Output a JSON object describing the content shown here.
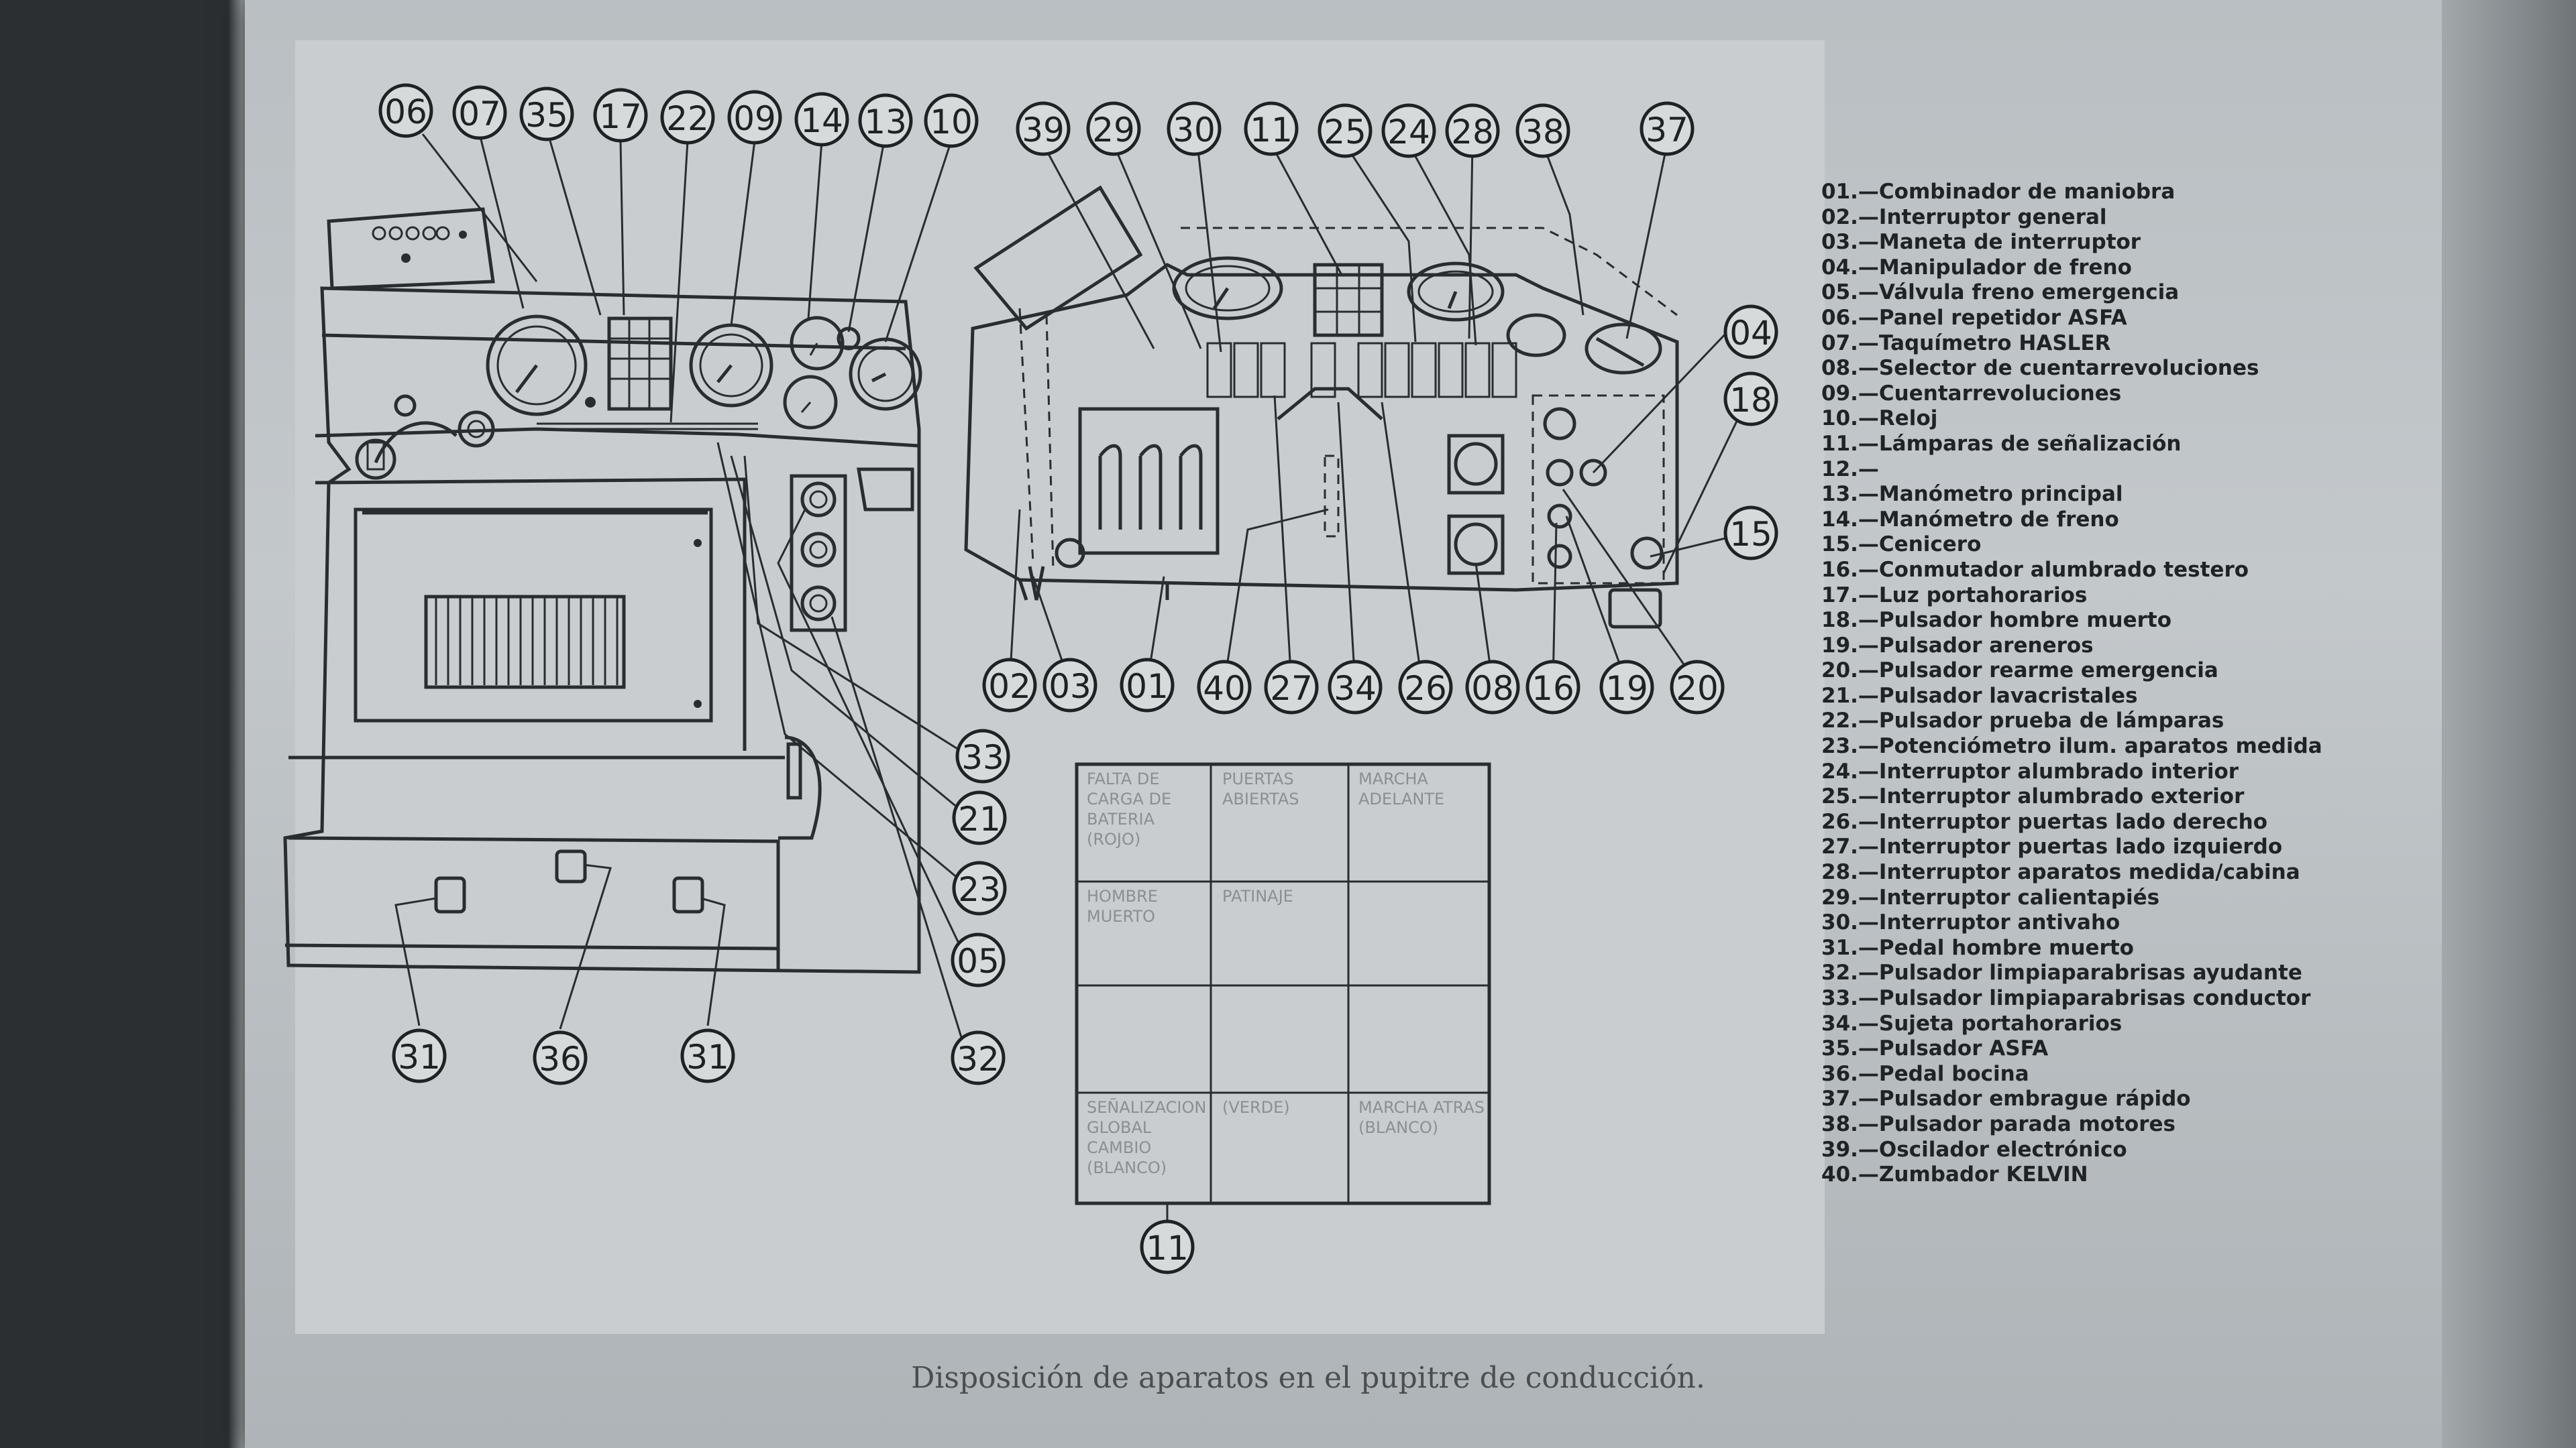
{
  "legend": [
    "01.—Combinador de maniobra",
    "02.—Interruptor general",
    "03.—Maneta de interruptor",
    "04.—Manipulador de freno",
    "05.—Válvula freno emergencia",
    "06.—Panel repetidor ASFA",
    "07.—Taquímetro HASLER",
    "08.—Selector de cuentarrevoluciones",
    "09.—Cuentarrevoluciones",
    "10.—Reloj",
    "11.—Lámparas de señalización",
    "12.—",
    "13.—Manómetro principal",
    "14.—Manómetro de freno",
    "15.—Cenicero",
    "16.—Conmutador alumbrado testero",
    "17.—Luz portahorarios",
    "18.—Pulsador hombre muerto",
    "19.—Pulsador areneros",
    "20.—Pulsador rearme emergencia",
    "21.—Pulsador lavacristales",
    "22.—Pulsador prueba de lámparas",
    "23.—Potenciómetro ilum. aparatos medida",
    "24.—Interruptor alumbrado interior",
    "25.—Interruptor alumbrado exterior",
    "26.—Interruptor puertas lado derecho",
    "27.—Interruptor puertas lado izquierdo",
    "28.—Interruptor aparatos medida/cabina",
    "29.—Interruptor calientapiés",
    "30.—Interruptor antivaho",
    "31.—Pedal hombre muerto",
    "32.—Pulsador limpiaparabrisas ayudante",
    "33.—Pulsador limpiaparabrisas conductor",
    "34.—Sujeta portahorarios",
    "35.—Pulsador ASFA",
    "36.—Pedal bocina",
    "37.—Pulsador embrague rápido",
    "38.—Pulsador parada motores",
    "39.—Oscilador electrónico",
    "40.—Zumbador KELVIN"
  ],
  "callouts": {
    "left_top": [
      "06",
      "07",
      "35",
      "17",
      "22",
      "09",
      "14",
      "13",
      "10"
    ],
    "right_top": [
      "39",
      "29",
      "30",
      "11",
      "25",
      "24",
      "28",
      "38",
      "37"
    ],
    "right_side": [
      "04",
      "18",
      "15"
    ],
    "right_bottom": [
      "02",
      "03",
      "01",
      "40",
      "27",
      "34",
      "26",
      "08",
      "16",
      "19",
      "20"
    ],
    "middle_column": [
      "33",
      "21",
      "23",
      "05",
      "32"
    ],
    "left_bottom": [
      "31",
      "36",
      "31"
    ],
    "table_label": "11"
  },
  "table": {
    "cells": [
      [
        "FALTA DE CARGA DE BATERIA (ROJO)",
        "PUERTAS ABIERTAS",
        "MARCHA ADELANTE"
      ],
      [
        "HOMBRE MUERTO",
        "PATINAJE",
        ""
      ],
      [
        "",
        "",
        ""
      ],
      [
        "SEÑALIZACION GLOBAL CAMBIO (BLANCO)",
        "(VERDE)",
        "MARCHA ATRAS (BLANCO)"
      ]
    ]
  },
  "caption": "Disposición de aparatos en el pupitre de conducción."
}
